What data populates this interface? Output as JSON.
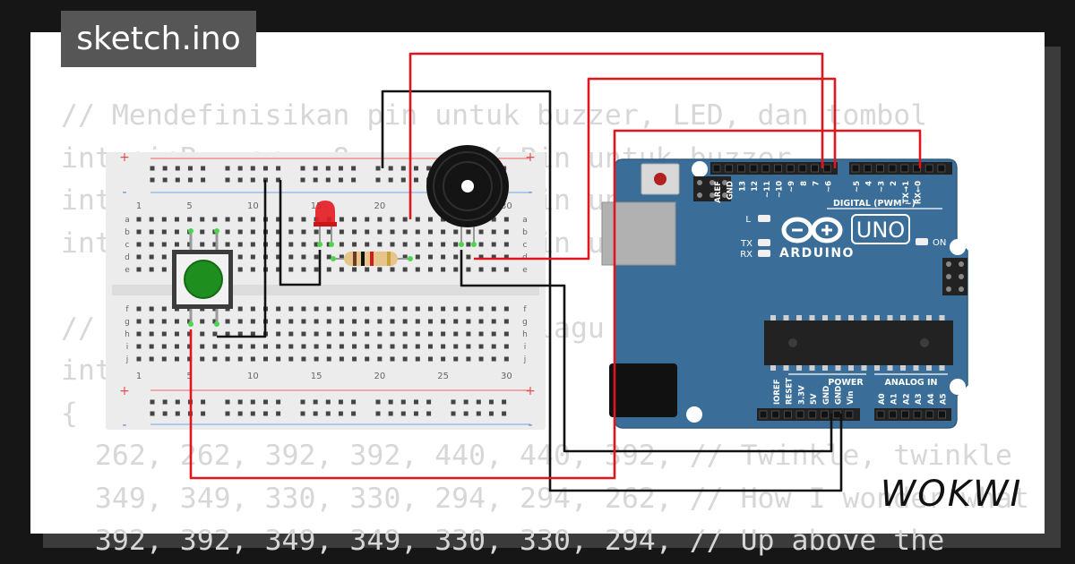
{
  "title": "sketch.ino",
  "brand": "WOKWI",
  "code_lines": [
    "// Mendefinisikan pin untuk buzzer, LED, dan tombol",
    "int pinBuzzer = 8;      // Pin untuk buzzer",
    "int pinLed = 9;         // Pin untuk LED",
    "int pinTombol = 2;      // Pin untuk tombol",
    "",
    "// Frekuensi not untuk nada lagu Twinkle Twinkle",
    "int melodi[] =",
    "{",
    "  262, 262, 392, 392, 440, 440, 392, // Twinkle, twinkle",
    "  349, 349, 330, 330, 294, 294, 262, // How I wonder what",
    "  392, 392, 349, 349, 330, 330, 294, // Up above the"
  ],
  "breadboard": {
    "rows_top": [
      "a",
      "b",
      "c",
      "d",
      "e"
    ],
    "rows_bottom": [
      "f",
      "g",
      "h",
      "i",
      "j"
    ],
    "col_numbers": [
      "1",
      "5",
      "10",
      "15",
      "20",
      "25",
      "30"
    ],
    "rail_plus": "+",
    "rail_minus": "-"
  },
  "arduino": {
    "name": "UNO",
    "logo_text": "ARDUINO",
    "digital_label": "DIGITAL (PWM ~)",
    "power_label": "POWER",
    "analog_label": "ANALOG IN",
    "led_l": "L",
    "led_tx": "TX",
    "led_rx": "RX",
    "on_label": "ON",
    "top_pins": [
      "AREF",
      "GND",
      "13",
      "12",
      "~11",
      "~10",
      "~9",
      "8",
      "7",
      "~6",
      "~5",
      "4",
      "~3",
      "2",
      "TX→1",
      "RX←0"
    ],
    "power_pins": [
      "IOREF",
      "RESET",
      "3.3V",
      "5V",
      "GND",
      "GND",
      "Vin"
    ],
    "analog_pins": [
      "A0",
      "A1",
      "A2",
      "A3",
      "A4",
      "A5"
    ]
  },
  "colors": {
    "background": "#161616",
    "card": "#ffffff",
    "code_text": "#d7d7d7",
    "title_bg": "#565656",
    "board_blue": "#3a6e99",
    "wire_red": "#e0161d",
    "wire_black": "#111111",
    "button_green": "#1e8e1e",
    "led_red": "#e31e24"
  },
  "icons": [
    "arduino-infinity-logo",
    "wokwi-logo"
  ]
}
